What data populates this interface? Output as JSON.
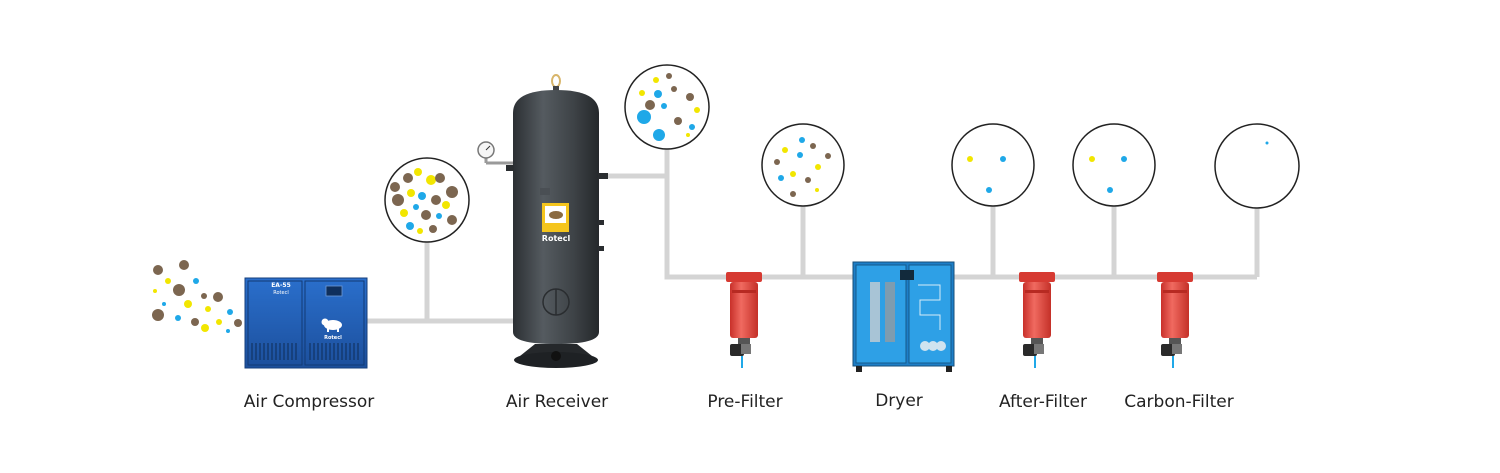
{
  "colors": {
    "pipe": "#d4d4d4",
    "brown": "#7c6650",
    "yellow": "#f2e600",
    "blue": "#1fa8e8",
    "compressor_blue": "#1f5fb8",
    "receiver": "#3e4347",
    "filter_red": "#e8463e",
    "dryer_blue": "#1d8ed6"
  },
  "icons": {
    "compressor": "air-compressor-icon",
    "receiver": "air-receiver-tank-icon",
    "filter": "inline-filter-icon",
    "dryer": "refrigerated-dryer-icon",
    "gauge": "pressure-gauge-icon"
  },
  "compressor": {
    "model_badge": "EA-55",
    "brand_badge": "Rotecl",
    "logo_text": "Rotecl"
  },
  "receiver": {
    "brand": "Rotecl"
  },
  "labels": {
    "air_compressor": "Air Compressor",
    "air_receiver": "Air Receiver",
    "pre_filter": "Pre-Filter",
    "dryer": "Dryer",
    "after_filter": "After-Filter",
    "carbon_filter": "Carbon-Filter"
  }
}
